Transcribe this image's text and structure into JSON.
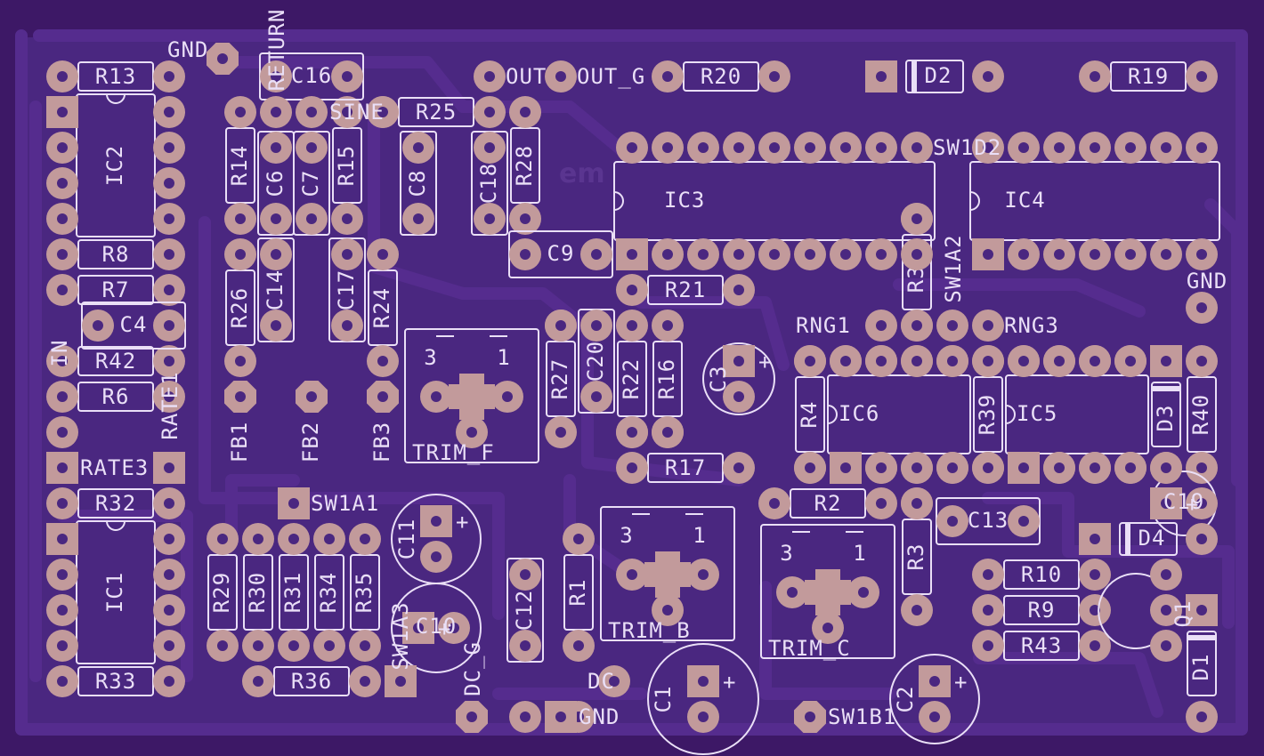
{
  "colors": {
    "background": "#3d1866",
    "board_fill": "#4a2780",
    "trace": "#552c8e",
    "pad": "#c29a9b",
    "silkscreen": "#eadff7",
    "logo": "#5a3590"
  },
  "logo": "em",
  "resistors": [
    {
      "id": "r13",
      "label": "R13"
    },
    {
      "id": "r8",
      "label": "R8"
    },
    {
      "id": "r7",
      "label": "R7"
    },
    {
      "id": "r42",
      "label": "R42"
    },
    {
      "id": "r6",
      "label": "R6"
    },
    {
      "id": "r32",
      "label": "R32"
    },
    {
      "id": "r33",
      "label": "R33"
    },
    {
      "id": "r14",
      "label": "R14"
    },
    {
      "id": "r15",
      "label": "R15"
    },
    {
      "id": "r26",
      "label": "R26"
    },
    {
      "id": "r24",
      "label": "R24"
    },
    {
      "id": "r25",
      "label": "R25"
    },
    {
      "id": "r28",
      "label": "R28"
    },
    {
      "id": "r20",
      "label": "R20"
    },
    {
      "id": "r19",
      "label": "R19"
    },
    {
      "id": "r21",
      "label": "R21"
    },
    {
      "id": "r27",
      "label": "R27"
    },
    {
      "id": "r22",
      "label": "R22"
    },
    {
      "id": "r16",
      "label": "R16"
    },
    {
      "id": "r17",
      "label": "R17"
    },
    {
      "id": "r38",
      "label": "R38"
    },
    {
      "id": "r4",
      "label": "R4"
    },
    {
      "id": "r39",
      "label": "R39"
    },
    {
      "id": "r40",
      "label": "R40"
    },
    {
      "id": "r2",
      "label": "R2"
    },
    {
      "id": "r3",
      "label": "R3"
    },
    {
      "id": "r10",
      "label": "R10"
    },
    {
      "id": "r9",
      "label": "R9"
    },
    {
      "id": "r43",
      "label": "R43"
    },
    {
      "id": "r1",
      "label": "R1"
    },
    {
      "id": "r29",
      "label": "R29"
    },
    {
      "id": "r30",
      "label": "R30"
    },
    {
      "id": "r31",
      "label": "R31"
    },
    {
      "id": "r34",
      "label": "R34"
    },
    {
      "id": "r35",
      "label": "R35"
    },
    {
      "id": "r36",
      "label": "R36"
    }
  ],
  "capacitors": [
    {
      "id": "c16",
      "label": "C16"
    },
    {
      "id": "c6",
      "label": "C6"
    },
    {
      "id": "c7",
      "label": "C7"
    },
    {
      "id": "c8",
      "label": "C8"
    },
    {
      "id": "c18",
      "label": "C18"
    },
    {
      "id": "c14",
      "label": "C14"
    },
    {
      "id": "c17",
      "label": "C17"
    },
    {
      "id": "c4",
      "label": "C4"
    },
    {
      "id": "c9",
      "label": "C9"
    },
    {
      "id": "c20",
      "label": "C20"
    },
    {
      "id": "c12",
      "label": "C12"
    },
    {
      "id": "c13",
      "label": "C13"
    }
  ],
  "electrolytics": [
    {
      "id": "c3",
      "label": "C3"
    },
    {
      "id": "c11",
      "label": "C11"
    },
    {
      "id": "c10",
      "label": "C10"
    },
    {
      "id": "c1",
      "label": "C1"
    },
    {
      "id": "c2",
      "label": "C2"
    },
    {
      "id": "c19",
      "label": "C19"
    }
  ],
  "diodes": [
    {
      "id": "d2",
      "label": "D2"
    },
    {
      "id": "d3",
      "label": "D3"
    },
    {
      "id": "d4",
      "label": "D4"
    },
    {
      "id": "d1",
      "label": "D1"
    }
  ],
  "chips": [
    {
      "id": "ic2",
      "label": "IC2"
    },
    {
      "id": "ic1",
      "label": "IC1"
    },
    {
      "id": "ic3",
      "label": "IC3"
    },
    {
      "id": "ic4",
      "label": "IC4"
    },
    {
      "id": "ic6",
      "label": "IC6"
    },
    {
      "id": "ic5",
      "label": "IC5"
    }
  ],
  "trimmers": [
    {
      "id": "trimf",
      "label": "TRIM_F",
      "pin3": "3",
      "pin1": "1"
    },
    {
      "id": "trimb",
      "label": "TRIM_B",
      "pin3": "3",
      "pin1": "1"
    },
    {
      "id": "trimc",
      "label": "TRIM_C",
      "pin3": "3",
      "pin1": "1"
    }
  ],
  "transistors": [
    {
      "id": "q1",
      "label": "Q1"
    }
  ],
  "connectors": [
    {
      "id": "gnd_top",
      "label": "GND"
    },
    {
      "id": "return",
      "label": "RETURN"
    },
    {
      "id": "sine",
      "label": "SINE"
    },
    {
      "id": "out",
      "label": "OUT"
    },
    {
      "id": "out_g",
      "label": "OUT_G"
    },
    {
      "id": "sw1d2",
      "label": "SW1D2"
    },
    {
      "id": "sw1a2",
      "label": "SW1A2"
    },
    {
      "id": "gnd_right",
      "label": "GND"
    },
    {
      "id": "rng1",
      "label": "RNG1"
    },
    {
      "id": "rng3",
      "label": "RNG3"
    },
    {
      "id": "rate3",
      "label": "RATE3"
    },
    {
      "id": "rate1",
      "label": "RATE1"
    },
    {
      "id": "in",
      "label": "IN"
    },
    {
      "id": "fb1",
      "label": "FB1"
    },
    {
      "id": "fb2",
      "label": "FB2"
    },
    {
      "id": "fb3",
      "label": "FB3"
    },
    {
      "id": "sw1a1",
      "label": "SW1A1"
    },
    {
      "id": "sw1a3",
      "label": "SW1A3"
    },
    {
      "id": "dc_g",
      "label": "DC_G"
    },
    {
      "id": "dc",
      "label": "DC"
    },
    {
      "id": "gnd_bottom",
      "label": "GND"
    },
    {
      "id": "sw1b1",
      "label": "SW1B1"
    }
  ]
}
